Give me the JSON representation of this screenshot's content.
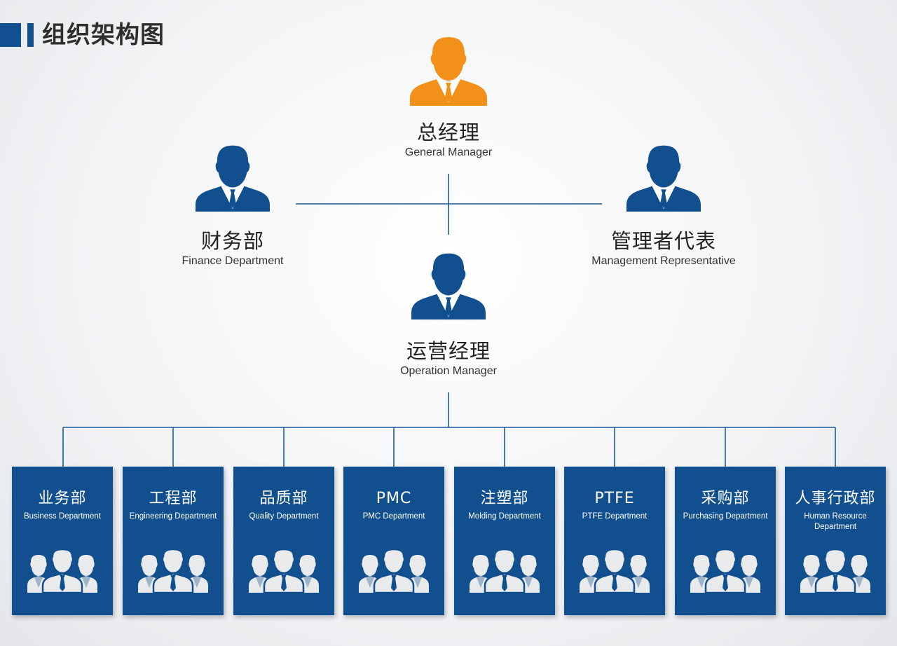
{
  "page_title": "组织架构图",
  "colors": {
    "primary": "#114f8f",
    "accent": "#f39019",
    "line": "#1d5a9b",
    "team_icon": "#e8eaec"
  },
  "nodes": {
    "general_manager": {
      "cn": "总经理",
      "en": "General Manager",
      "icon": "person-icon-orange"
    },
    "finance": {
      "cn": "财务部",
      "en": "Finance Department",
      "icon": "person-icon"
    },
    "management_rep": {
      "cn": "管理者代表",
      "en": "Management Representative",
      "icon": "person-icon"
    },
    "operation_manager": {
      "cn": "运营经理",
      "en": "Operation Manager",
      "icon": "person-icon"
    }
  },
  "departments": [
    {
      "cn": "业务部",
      "en": "Business Department"
    },
    {
      "cn": "工程部",
      "en": "Engineering Department"
    },
    {
      "cn": "品质部",
      "en": "Quality Department"
    },
    {
      "cn": "PMC",
      "en": "PMC Department"
    },
    {
      "cn": "注塑部",
      "en": "Molding Department"
    },
    {
      "cn": "PTFE",
      "en": "PTFE Department"
    },
    {
      "cn": "采购部",
      "en": "Purchasing Department"
    },
    {
      "cn": "人事行政部",
      "en": "Human Resource Department"
    }
  ]
}
